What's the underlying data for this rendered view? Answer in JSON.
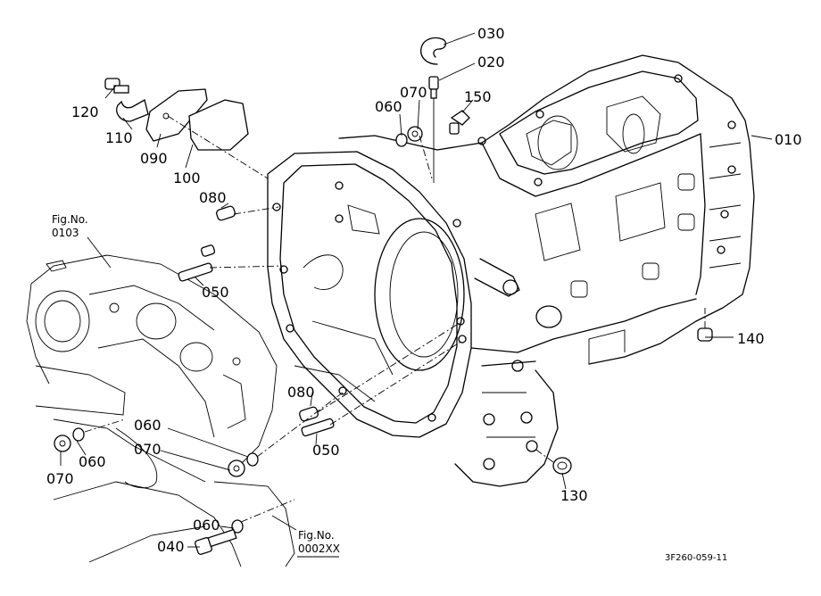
{
  "parts": {
    "p010": "010",
    "p020": "020",
    "p030": "030",
    "p040": "040",
    "p050_upper": "050",
    "p050_lower": "050",
    "p060_upper": "060",
    "p060_mid": "060",
    "p060_left": "060",
    "p060_bottom": "060",
    "p070_upper": "070",
    "p070_mid": "070",
    "p070_left": "070",
    "p080_upper": "080",
    "p080_lower": "080",
    "p090": "090",
    "p100": "100",
    "p110": "110",
    "p120": "120",
    "p130": "130",
    "p140": "140",
    "p150": "150"
  },
  "refs": {
    "fig_0103_label": "Fig.No.",
    "fig_0103_number": "0103",
    "fig_0002_label": "Fig.No.",
    "fig_0002_number": "0002XX"
  },
  "drawing_code": "3F260-059-11"
}
